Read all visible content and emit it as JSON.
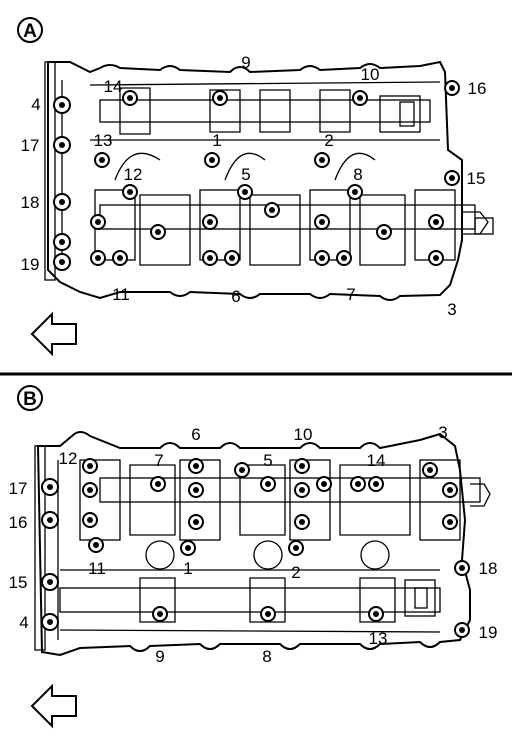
{
  "panel_a": {
    "label": "A",
    "callouts": [
      "9",
      "14",
      "10",
      "16",
      "4",
      "13",
      "1",
      "2",
      "17",
      "12",
      "5",
      "8",
      "15",
      "18",
      "19",
      "11",
      "6",
      "7",
      "3"
    ],
    "direction_icon": "left-arrow-icon"
  },
  "panel_b": {
    "label": "B",
    "callouts": [
      "6",
      "10",
      "3",
      "12",
      "7",
      "5",
      "14",
      "17",
      "16",
      "11",
      "1",
      "2",
      "18",
      "15",
      "4",
      "9",
      "8",
      "13",
      "19"
    ],
    "direction_icon": "left-arrow-icon"
  }
}
